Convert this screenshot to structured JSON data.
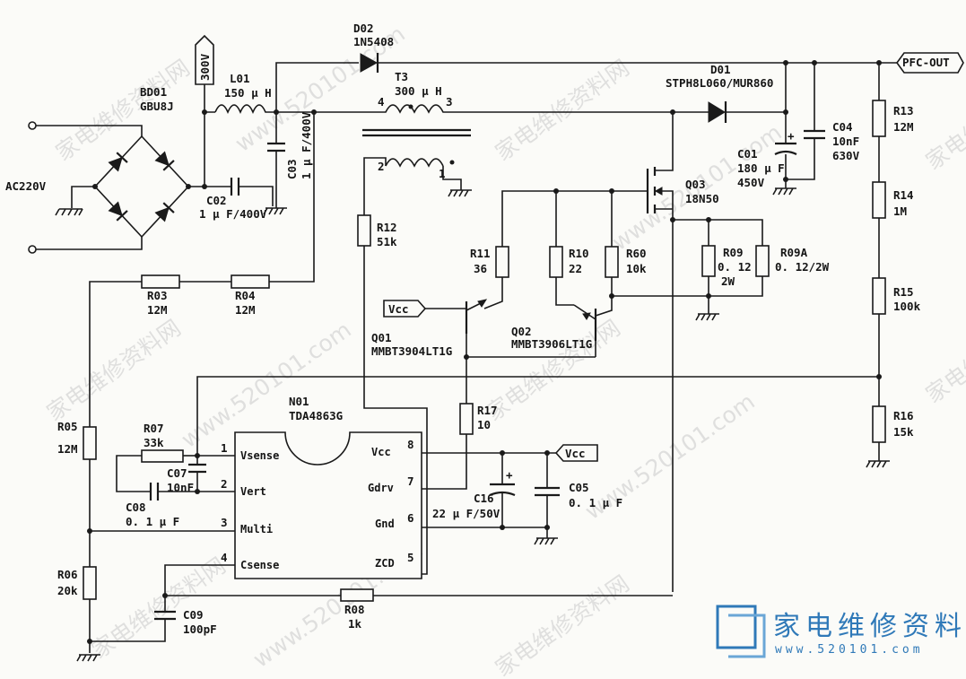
{
  "labels": {
    "ac_in": "AC220V",
    "bd01_ref": "BD01",
    "bd01_val": "GBU8J",
    "l01_ref": "L01",
    "l01_val": "150 μ H",
    "d02_ref": "D02",
    "d02_val": "1N5408",
    "t3_ref": "T3",
    "t3_val": "300 μ H",
    "t3_p4": "4",
    "t3_p3": "3",
    "t3_p2": "2",
    "t3_p1": "1",
    "flag_300v": "300V",
    "flag_pfc": "PFC-OUT",
    "flag_vcc1": "Vcc",
    "flag_vcc2": "Vcc",
    "d01_ref": "D01",
    "d01_val": "STPH8L060/MUR860",
    "c04_ref": "C04",
    "c04_v1": "10nF",
    "c04_v2": "630V",
    "c01_ref": "C01",
    "c01_v1": "180 μ F",
    "c01_v2": "450V",
    "q03_ref": "Q03",
    "q03_val": "18N50",
    "c02_ref": "C02",
    "c02_val": "1 μ F/400V",
    "c03_ref": "C03",
    "c03_val": "1 μ F/400V",
    "r12_ref": "R12",
    "r12_val": "51k",
    "r11_ref": "R11",
    "r11_val": "36",
    "r10_ref": "R10",
    "r10_val": "22",
    "r60_ref": "R60",
    "r60_val": "10k",
    "r09_ref": "R09",
    "r09_v1": "0. 12",
    "r09_v2": "2W",
    "r09a_ref": "R09A",
    "r09a_val": "0. 12/2W",
    "r13_ref": "R13",
    "r13_val": "12M",
    "r14_ref": "R14",
    "r14_val": "1M",
    "r15_ref": "R15",
    "r15_val": "100k",
    "r16_ref": "R16",
    "r16_val": "15k",
    "r03_ref": "R03",
    "r03_val": "12M",
    "r04_ref": "R04",
    "r04_val": "12M",
    "q01_ref": "Q01",
    "q01_val": "MMBT3904LT1G",
    "q02_ref": "Q02",
    "q02_val": "MMBT3906LT1G",
    "r17_ref": "R17",
    "r17_val": "10",
    "n01_ref": "N01",
    "n01_val": "TDA4863G",
    "r07_ref": "R07",
    "r07_val": "33k",
    "c07_ref": "C07",
    "c07_val": "10nF",
    "c08_ref": "C08",
    "c08_val": "0. 1 μ F",
    "r05_ref": "R05",
    "r05_val": "12M",
    "r06_ref": "R06",
    "r06_val": "20k",
    "c09_ref": "C09",
    "c09_val": "100pF",
    "r08_ref": "R08",
    "r08_val": "1k",
    "c16_ref": "C16",
    "c16_val": "22 μ F/50V",
    "c05_ref": "C05",
    "c05_val": "0. 1 μ F",
    "ic_pins": {
      "vsense": "Vsense",
      "vert": "Vert",
      "multi": "Multi",
      "csense": "Csense",
      "vcc": "Vcc",
      "gdrv": "Gdrv",
      "gnd": "Gnd",
      "zcd": "ZCD",
      "p1": "1",
      "p2": "2",
      "p3": "3",
      "p4": "4",
      "p5": "5",
      "p6": "6",
      "p7": "7",
      "p8": "8"
    }
  },
  "watermark": {
    "text1": "家电维修资料网",
    "text2": "www.520101.com",
    "brand": "家电维修资料网",
    "brand_url": "www.520101.com"
  }
}
